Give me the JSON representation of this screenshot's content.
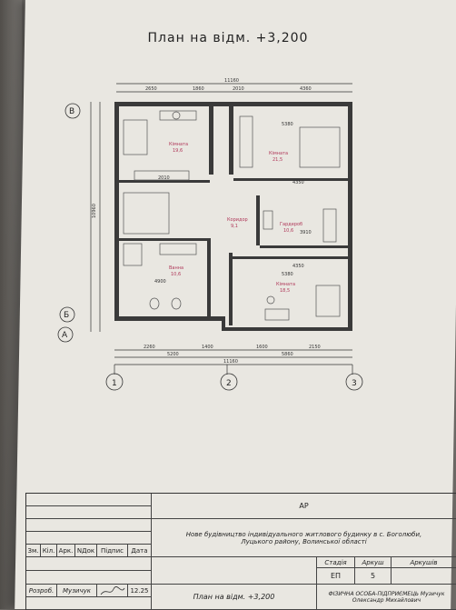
{
  "drawing": {
    "title": "План на відм. +3,200",
    "overall_width": "11160",
    "overall_height": "10960",
    "top_dims": [
      "2650",
      "1860",
      "2010",
      "4360"
    ],
    "bottom_dims": [
      "5200",
      "5860",
      "2260",
      "1400",
      "1600",
      "2150"
    ],
    "axes_bottom": [
      "1",
      "2",
      "3"
    ],
    "axes_left": [
      "В",
      "Б",
      "А"
    ],
    "rooms": [
      {
        "name": "Кімната",
        "area": "19,6"
      },
      {
        "name": "Кімната",
        "area": "21,5"
      },
      {
        "name": "Коридор",
        "area": "9,1"
      },
      {
        "name": "Гардероб",
        "area": "10,6"
      },
      {
        "name": "Ванна",
        "area": "10,6"
      },
      {
        "name": "Кімната",
        "area": "18,5"
      }
    ],
    "inner_dims": [
      "5380",
      "4350",
      "3910",
      "4350",
      "5380",
      "4900",
      "2010"
    ]
  },
  "stamp": {
    "doc_code": "АР",
    "project_title": "Нове будівництво індивідуального житлового будинку в с. Боголюби, Луцького району, Волинської області",
    "headers": [
      "Зм.",
      "Кіл.",
      "Арк.",
      "NДок",
      "Підпис",
      "Дата"
    ],
    "stage_headers": [
      "Стадія",
      "Аркуш",
      "Аркушів"
    ],
    "stage": "ЕП",
    "sheet": "5",
    "sheets": "",
    "role": "Розроб.",
    "author": "Музичук",
    "date": "12.25",
    "sheet_title": "План на відм. +3,200",
    "organization": "ФІЗИЧНА ОСОБА-ПІДПРИЄМЕЦЬ Музичук Олександр Михайлович"
  }
}
